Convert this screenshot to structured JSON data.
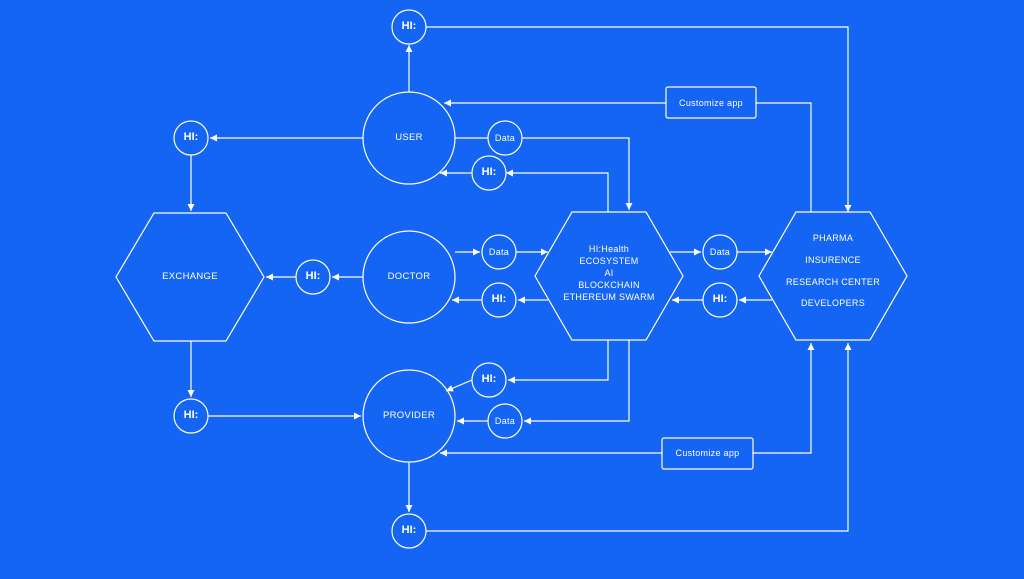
{
  "colors": {
    "background": "#1565f5",
    "stroke": "#ffffff"
  },
  "hi_token": "HI:",
  "nodes": {
    "user": "USER",
    "doctor": "DOCTOR",
    "provider": "PROVIDER",
    "exchange": "EXCHANGE"
  },
  "ecosystem": [
    "HI:Health",
    "ECOSYSTEM",
    "AI",
    "BLOCKCHAIN",
    "ETHEREUM SWARM"
  ],
  "partners": [
    "PHARMA",
    "INSURENCE",
    "RESEARCH CENTER",
    "DEVELOPERS"
  ],
  "labels": {
    "data": "Data",
    "customize_app": "Customize app"
  }
}
